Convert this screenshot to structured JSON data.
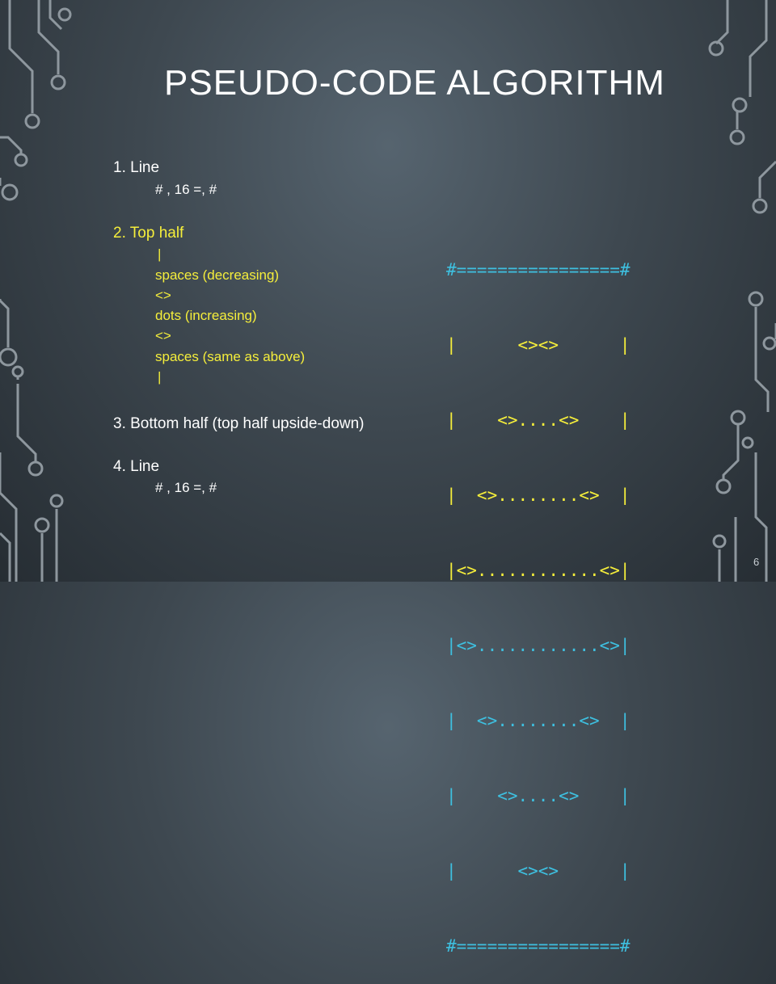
{
  "slide": {
    "title": "PSEUDO-CODE ALGORITHM",
    "page_number": "6"
  },
  "outline": {
    "step1": {
      "heading": "1. Line",
      "detail": "# , 16 =, #"
    },
    "step2": {
      "heading": "2. Top half",
      "items": [
        "|",
        "spaces (decreasing)",
        "<>",
        "dots (increasing)",
        "<>",
        "spaces (same as above)",
        "|"
      ]
    },
    "step3": {
      "heading": "3. Bottom half (top half upside-down)"
    },
    "step4": {
      "heading": "4. Line",
      "detail": "# , 16 =, #"
    }
  },
  "diagram": {
    "lines": [
      "#================#",
      "|      <><>      |",
      "|    <>....<>    |",
      "|  <>........<>  |",
      "|<>............<>|",
      "|<>............<>|",
      "|  <>........<>  |",
      "|    <>....<>    |",
      "|      <><>      |",
      "#================#"
    ],
    "colors": {
      "cyan": "#3ec0e0",
      "yellow": "#f5ee3b",
      "white": "#ffffff"
    }
  }
}
